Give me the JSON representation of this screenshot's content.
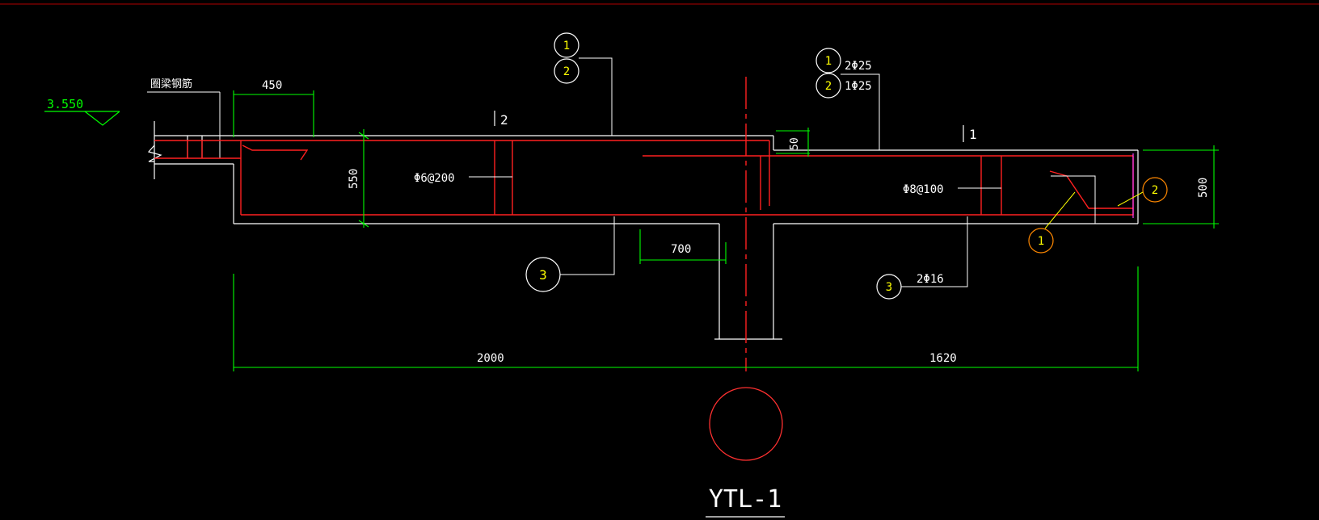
{
  "drawing": {
    "title": "YTL-1",
    "elevation": "3.550",
    "ring_beam_note": "圈梁钢筋",
    "dims": {
      "d450": "450",
      "d550": "550",
      "d50": "50",
      "d500": "500",
      "d700": "700",
      "d2000": "2000",
      "d1620": "1620"
    },
    "section_marks": {
      "s1": "1",
      "s2": "2"
    },
    "rebar": {
      "stirrup_left": "Φ6@200",
      "stirrup_right": "Φ8@100",
      "top_1": "2Φ25",
      "top_2": "1Φ25",
      "bottom_3": "2Φ16"
    },
    "bubbles": {
      "b1": "1",
      "b2": "2",
      "b3": "3"
    }
  },
  "colors": {
    "background": "#000000",
    "outline": "#ffffff",
    "rebar": "#ff0000",
    "dimension": "#00ff00",
    "bubble": "#ffff00",
    "bubble_alt": "#ff8800",
    "border": "#ff0000",
    "leader": "#ffff00",
    "magenta": "#ff00ff"
  }
}
